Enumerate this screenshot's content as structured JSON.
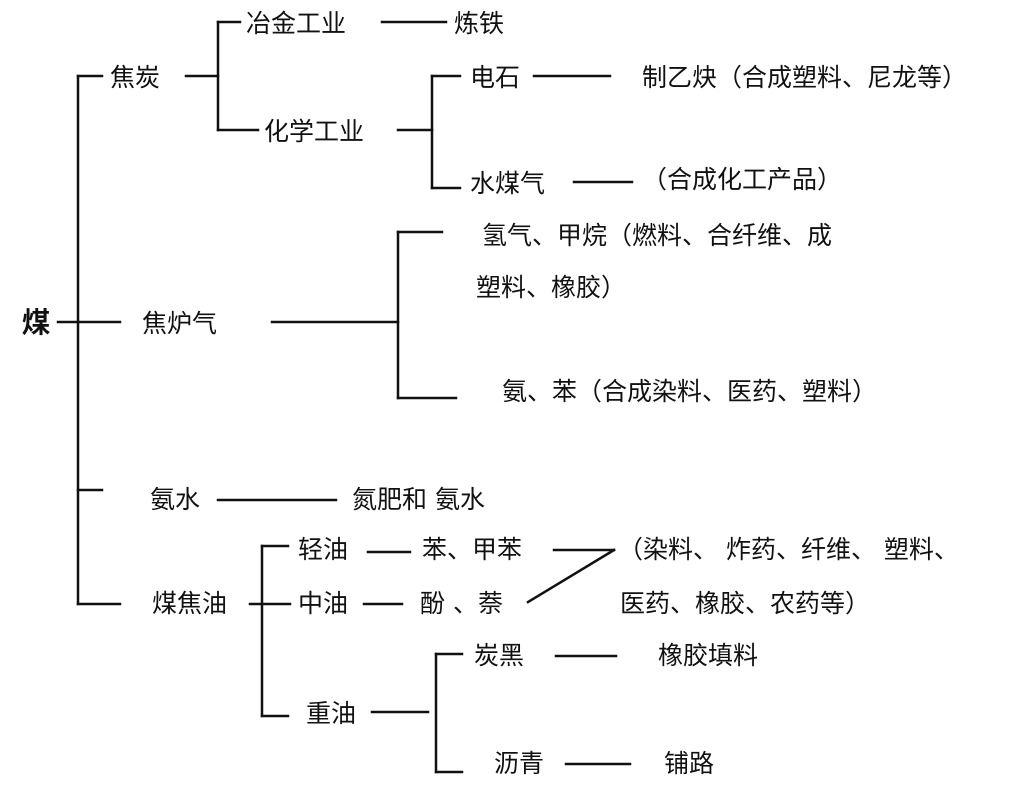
{
  "diagram": {
    "root": "煤",
    "coke": {
      "label": "焦炭",
      "metallurgy": {
        "label": "冶金工业",
        "product": "炼铁"
      },
      "chemical": {
        "label": "化学工业",
        "carbide": {
          "label": "电石",
          "use": "制乙炔（合成塑料、尼龙等）"
        },
        "water_gas": {
          "label": "水煤气",
          "use": "（合成化工产品）"
        }
      }
    },
    "coke_oven_gas": {
      "label": "焦炉气",
      "hydrogen_methane": {
        "line1": "氢气、甲烷（燃料、合纤维、成",
        "line2": "塑料、橡胶）"
      },
      "ammonia_benzene": "氨、苯（合成染料、医药、塑料）"
    },
    "ammonia_water": {
      "label": "氨水",
      "product": "氮肥和 氨水"
    },
    "coal_tar": {
      "label": "煤焦油",
      "light_oil": {
        "label": "轻油",
        "product": "苯、甲苯"
      },
      "middle_oil": {
        "label": "中油",
        "product": "酚 、萘"
      },
      "shared_use": {
        "line1": "（染料、 炸药、纤维、 塑料、",
        "line2": "医药、橡胶、农药等）"
      },
      "heavy_oil": {
        "label": "重油",
        "carbon_black": {
          "label": "炭黑",
          "use": "橡胶填料"
        },
        "asphalt": {
          "label": "沥青",
          "use": "铺路"
        }
      }
    }
  }
}
